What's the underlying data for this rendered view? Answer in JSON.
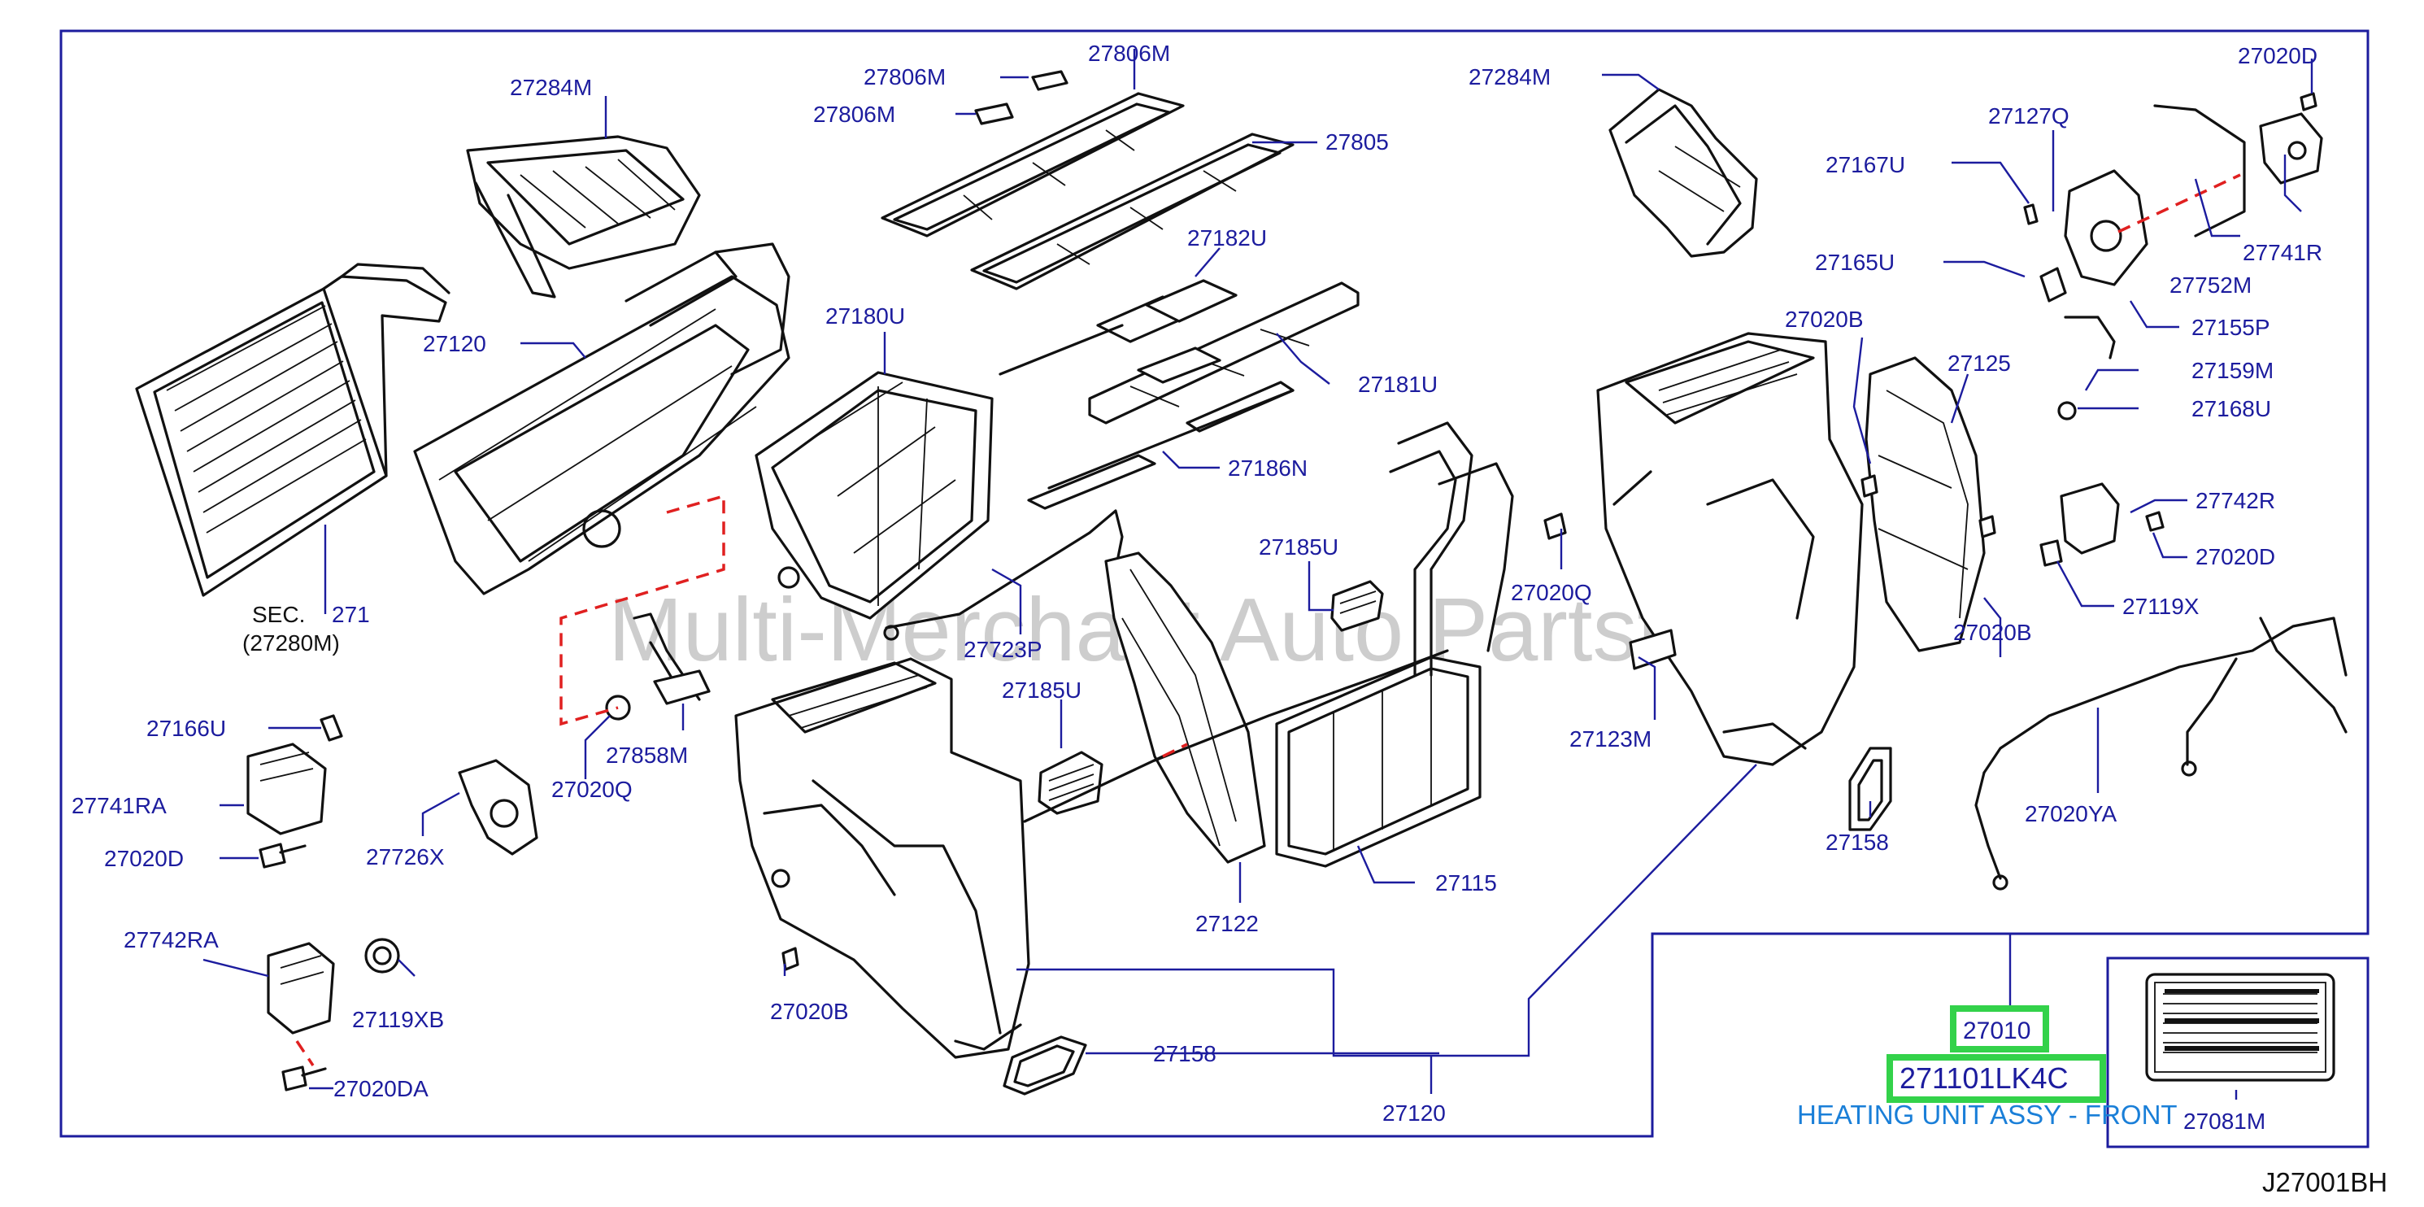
{
  "diagram_code": "J27001BH",
  "watermark": "Multi-Merchant Auto Partstore",
  "highlight": {
    "part_no": "27010",
    "full_part_no": "271101LK4C",
    "description": "HEATING UNIT ASSY - FRONT"
  },
  "labels": {
    "p27284M_a": "27284M",
    "p27806M_a": "27806M",
    "p27806M_b": "27806M",
    "p27805": "27805",
    "p27284M_b": "27284M",
    "p27020D_a": "27020D",
    "p27127Q": "27127Q",
    "p27167U": "27167U",
    "p27741R": "27741R",
    "p27752M": "27752M",
    "p27165U": "27165U",
    "p27155P": "27155P",
    "p27182U": "27182U",
    "p27180U": "27180U",
    "p27120_a": "27120",
    "p27181U": "27181U",
    "p27020B_a": "27020B",
    "p27125": "27125",
    "p27159M": "27159M",
    "p27168U": "27168U",
    "p27186N": "27186N",
    "sec": "SEC.",
    "sec_num": "271",
    "sec_sub": "(27280M)",
    "p27185U_a": "27185U",
    "p27020Q_a": "27020Q",
    "p27742R": "27742R",
    "p27020D_b": "27020D",
    "p27119X": "27119X",
    "p27723P": "27723P",
    "p27020B_b": "27020B",
    "p27166U": "27166U",
    "p27185U_b": "27185U",
    "p27123M": "27123M",
    "p27858M": "27858M",
    "p27741RA": "27741RA",
    "p27020Q_b": "27020Q",
    "p27020YA": "27020YA",
    "p27020D_c": "27020D",
    "p27726X": "27726X",
    "p27158_a": "27158",
    "p27115": "27115",
    "p27122": "27122",
    "p27742RA": "27742RA",
    "p27119XB": "27119XB",
    "p27020B_c": "27020B",
    "p27158_b": "27158",
    "p27020DA": "27020DA",
    "p27120_b": "27120",
    "p27081M": "27081M"
  }
}
